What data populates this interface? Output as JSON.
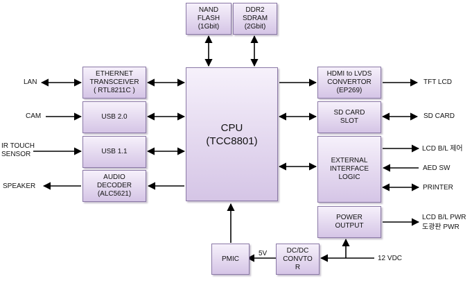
{
  "blocks": {
    "nand": "NAND\nFLASH\n(1Gbit)",
    "ddr2": "DDR2\nSDRAM\n(2Gbit)",
    "cpu": "CPU\n(TCC8801)",
    "ethernet": "ETHERNET\nTRANSCEIVER\n( RTL8211C )",
    "usb20": "USB 2.0",
    "usb11": "USB 1.1",
    "audio": "AUDIO\nDECODER\n(ALC5621)",
    "hdmi": "HDMI to LVDS\nCONVERTOR\n(EP269)",
    "sdcard": "SD CARD\nSLOT",
    "extif": "EXTERNAL\nINTERFACE\nLOGIC",
    "power": "POWER\nOUTPUT",
    "pmic": "PMIC",
    "dcdc": "DC/DC\nCONVTO\nR"
  },
  "labels": {
    "lan": "LAN",
    "cam": "CAM",
    "ir_touch": "IR TOUCH\nSENSOR",
    "speaker": "SPEAKER",
    "tft_lcd": "TFT LCD",
    "sd_card": "SD CARD",
    "lcd_bl_ctrl": "LCD B/L  제어",
    "aed_sw": "AED SW",
    "printer": "PRINTER",
    "lcd_bl_pwr": "LCD B/L  PWR",
    "pwr2": "도광판 PWR",
    "v5": "5V",
    "vdc12": "12 VDC"
  },
  "colors": {
    "block_border": "#8a78a6",
    "block_fill_top": "#f6f1fb",
    "block_fill_bottom": "#d5c5e6",
    "arrow": "#000000"
  }
}
